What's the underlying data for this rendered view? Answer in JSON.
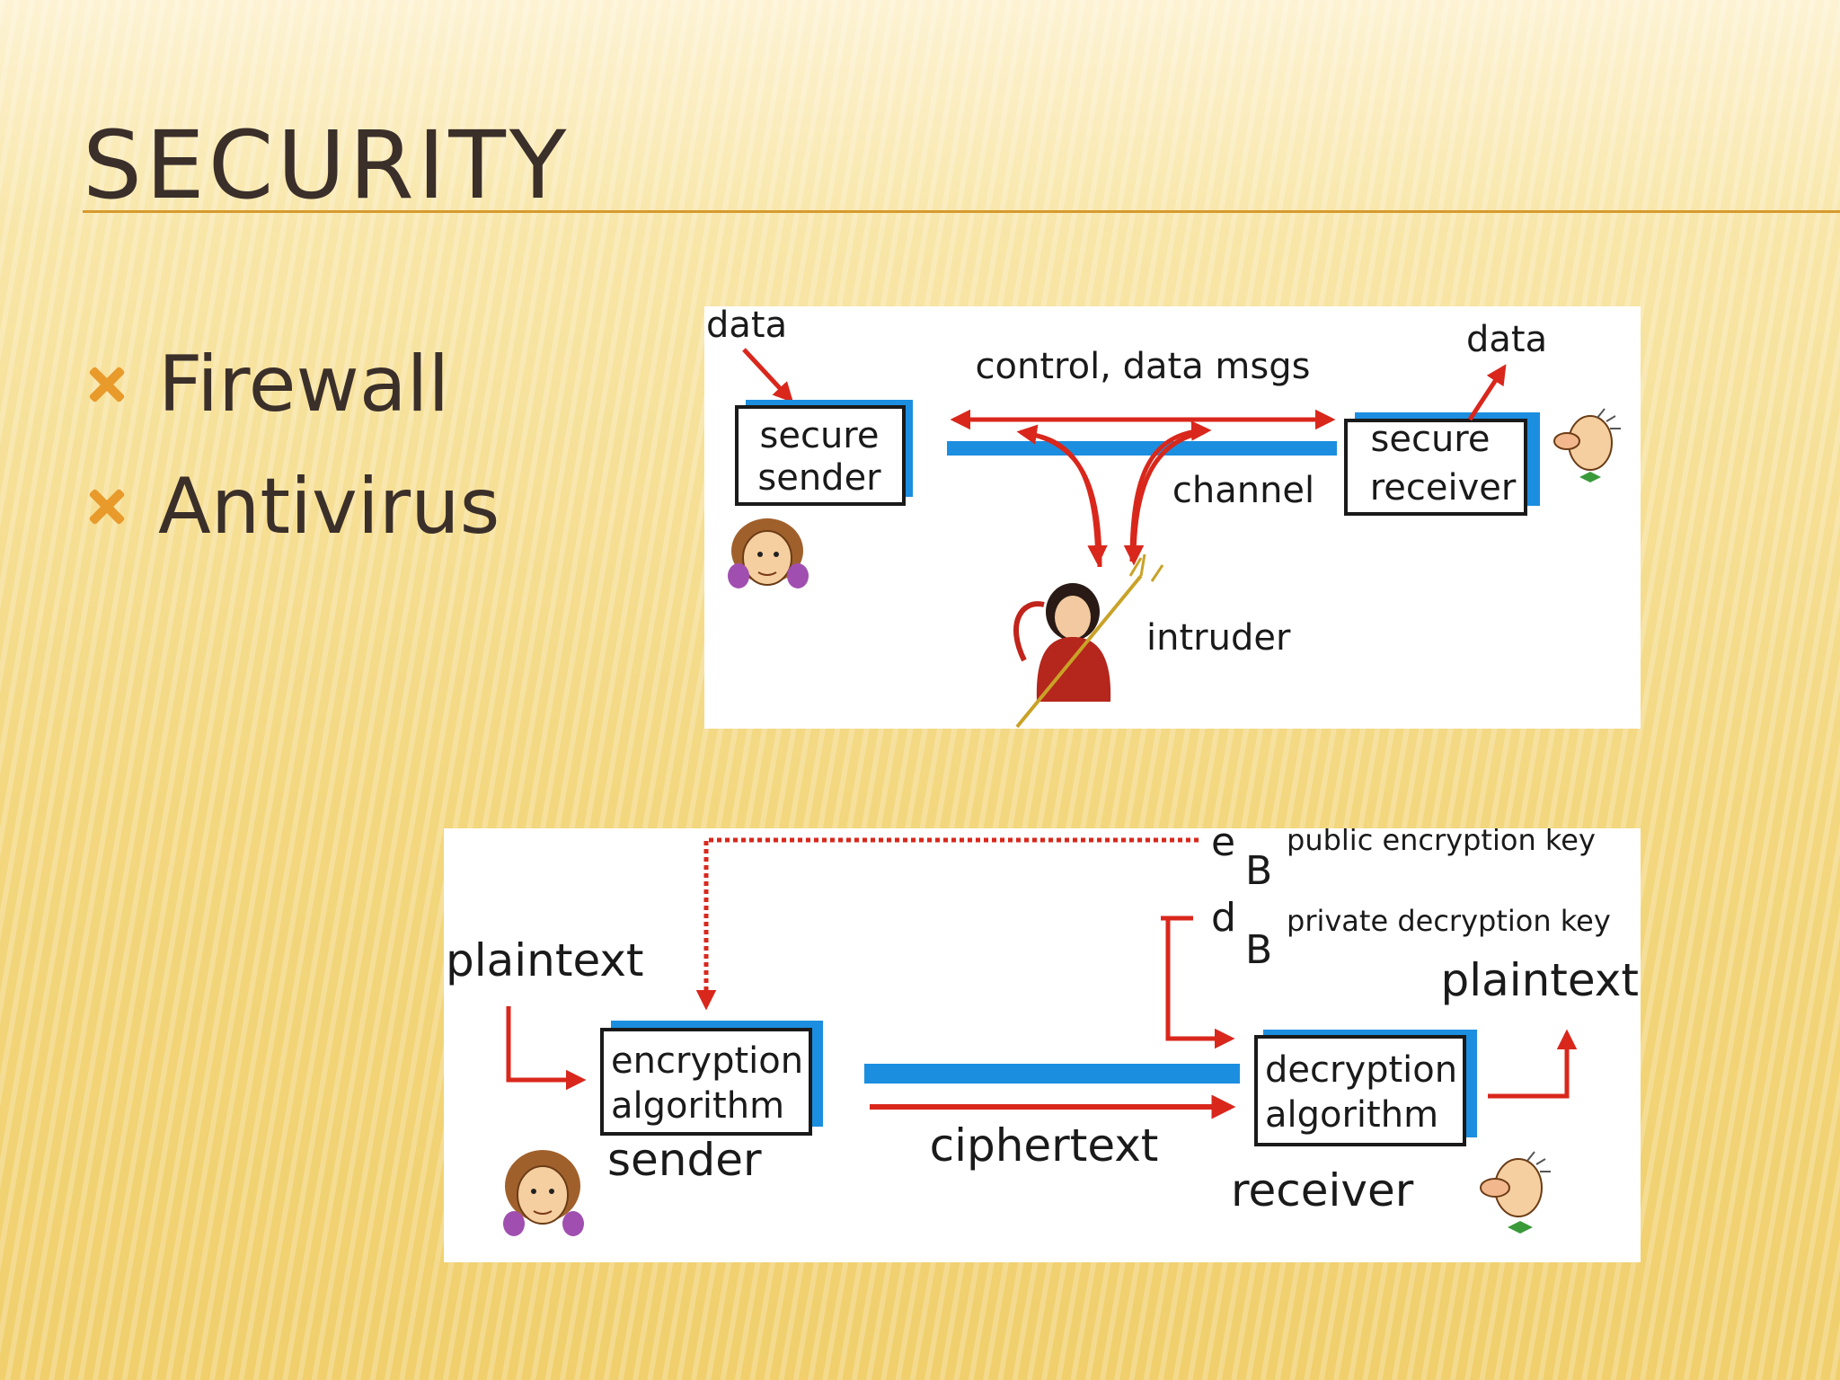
{
  "slide": {
    "title": "SECURITY",
    "bullets": [
      "Firewall",
      "Antivirus"
    ]
  },
  "diagram_top": {
    "data_in": "data",
    "data_out": "data",
    "sender_box": [
      "secure",
      "sender"
    ],
    "receiver_box": [
      "secure",
      "receiver"
    ],
    "msgs": "control, data msgs",
    "channel": "channel",
    "intruder": "intruder"
  },
  "diagram_bottom": {
    "e_sym": "e",
    "e_sub": "B",
    "e_desc": "public encryption key",
    "d_sym": "d",
    "d_sub": "B",
    "d_desc": "private decryption key",
    "plaintext_in": "plaintext",
    "plaintext_out": "plaintext",
    "enc_box": [
      "encryption",
      "algorithm"
    ],
    "dec_box": [
      "decryption",
      "algorithm"
    ],
    "sender": "sender",
    "receiver": "receiver",
    "ciphertext": "ciphertext"
  },
  "colors": {
    "arrow": "#d9271c",
    "channel": "#1b8ee0",
    "bullet": "#e89a2b",
    "title": "#3b2f2a"
  }
}
